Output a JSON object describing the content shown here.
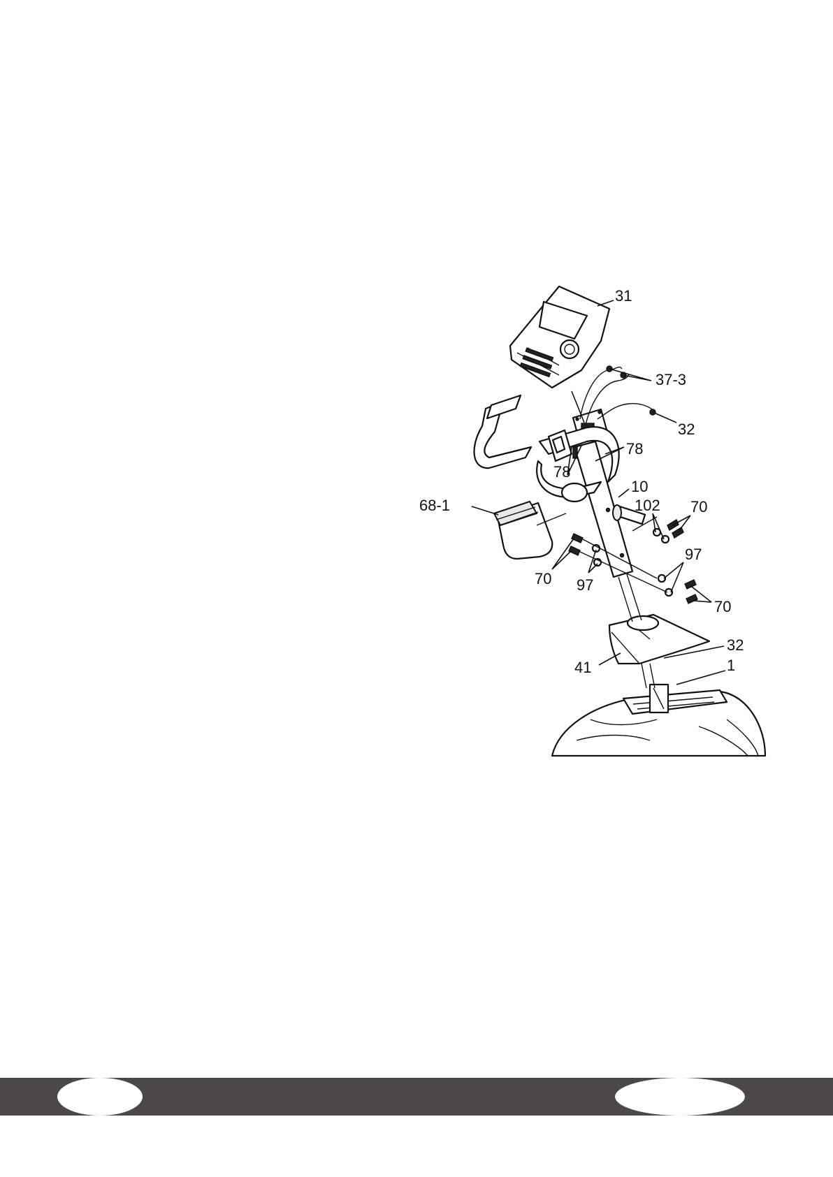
{
  "diagram": {
    "callouts": [
      {
        "id": "c31",
        "label": "31"
      },
      {
        "id": "c37-3",
        "label": "37-3"
      },
      {
        "id": "c32-top",
        "label": "32"
      },
      {
        "id": "c78-right",
        "label": "78"
      },
      {
        "id": "c78-left",
        "label": "78"
      },
      {
        "id": "c10",
        "label": "10"
      },
      {
        "id": "c102",
        "label": "102"
      },
      {
        "id": "c70-top",
        "label": "70"
      },
      {
        "id": "c68-1",
        "label": "68-1"
      },
      {
        "id": "c97-right",
        "label": "97"
      },
      {
        "id": "c70-left",
        "label": "70"
      },
      {
        "id": "c97-left",
        "label": "97"
      },
      {
        "id": "c70-bottom",
        "label": "70"
      },
      {
        "id": "c32-bottom",
        "label": "32"
      },
      {
        "id": "c41",
        "label": "41"
      },
      {
        "id": "c1",
        "label": "1"
      }
    ]
  },
  "footer": {
    "bar_color": "#4b4849",
    "left_page_number": "",
    "right_page_number": ""
  }
}
